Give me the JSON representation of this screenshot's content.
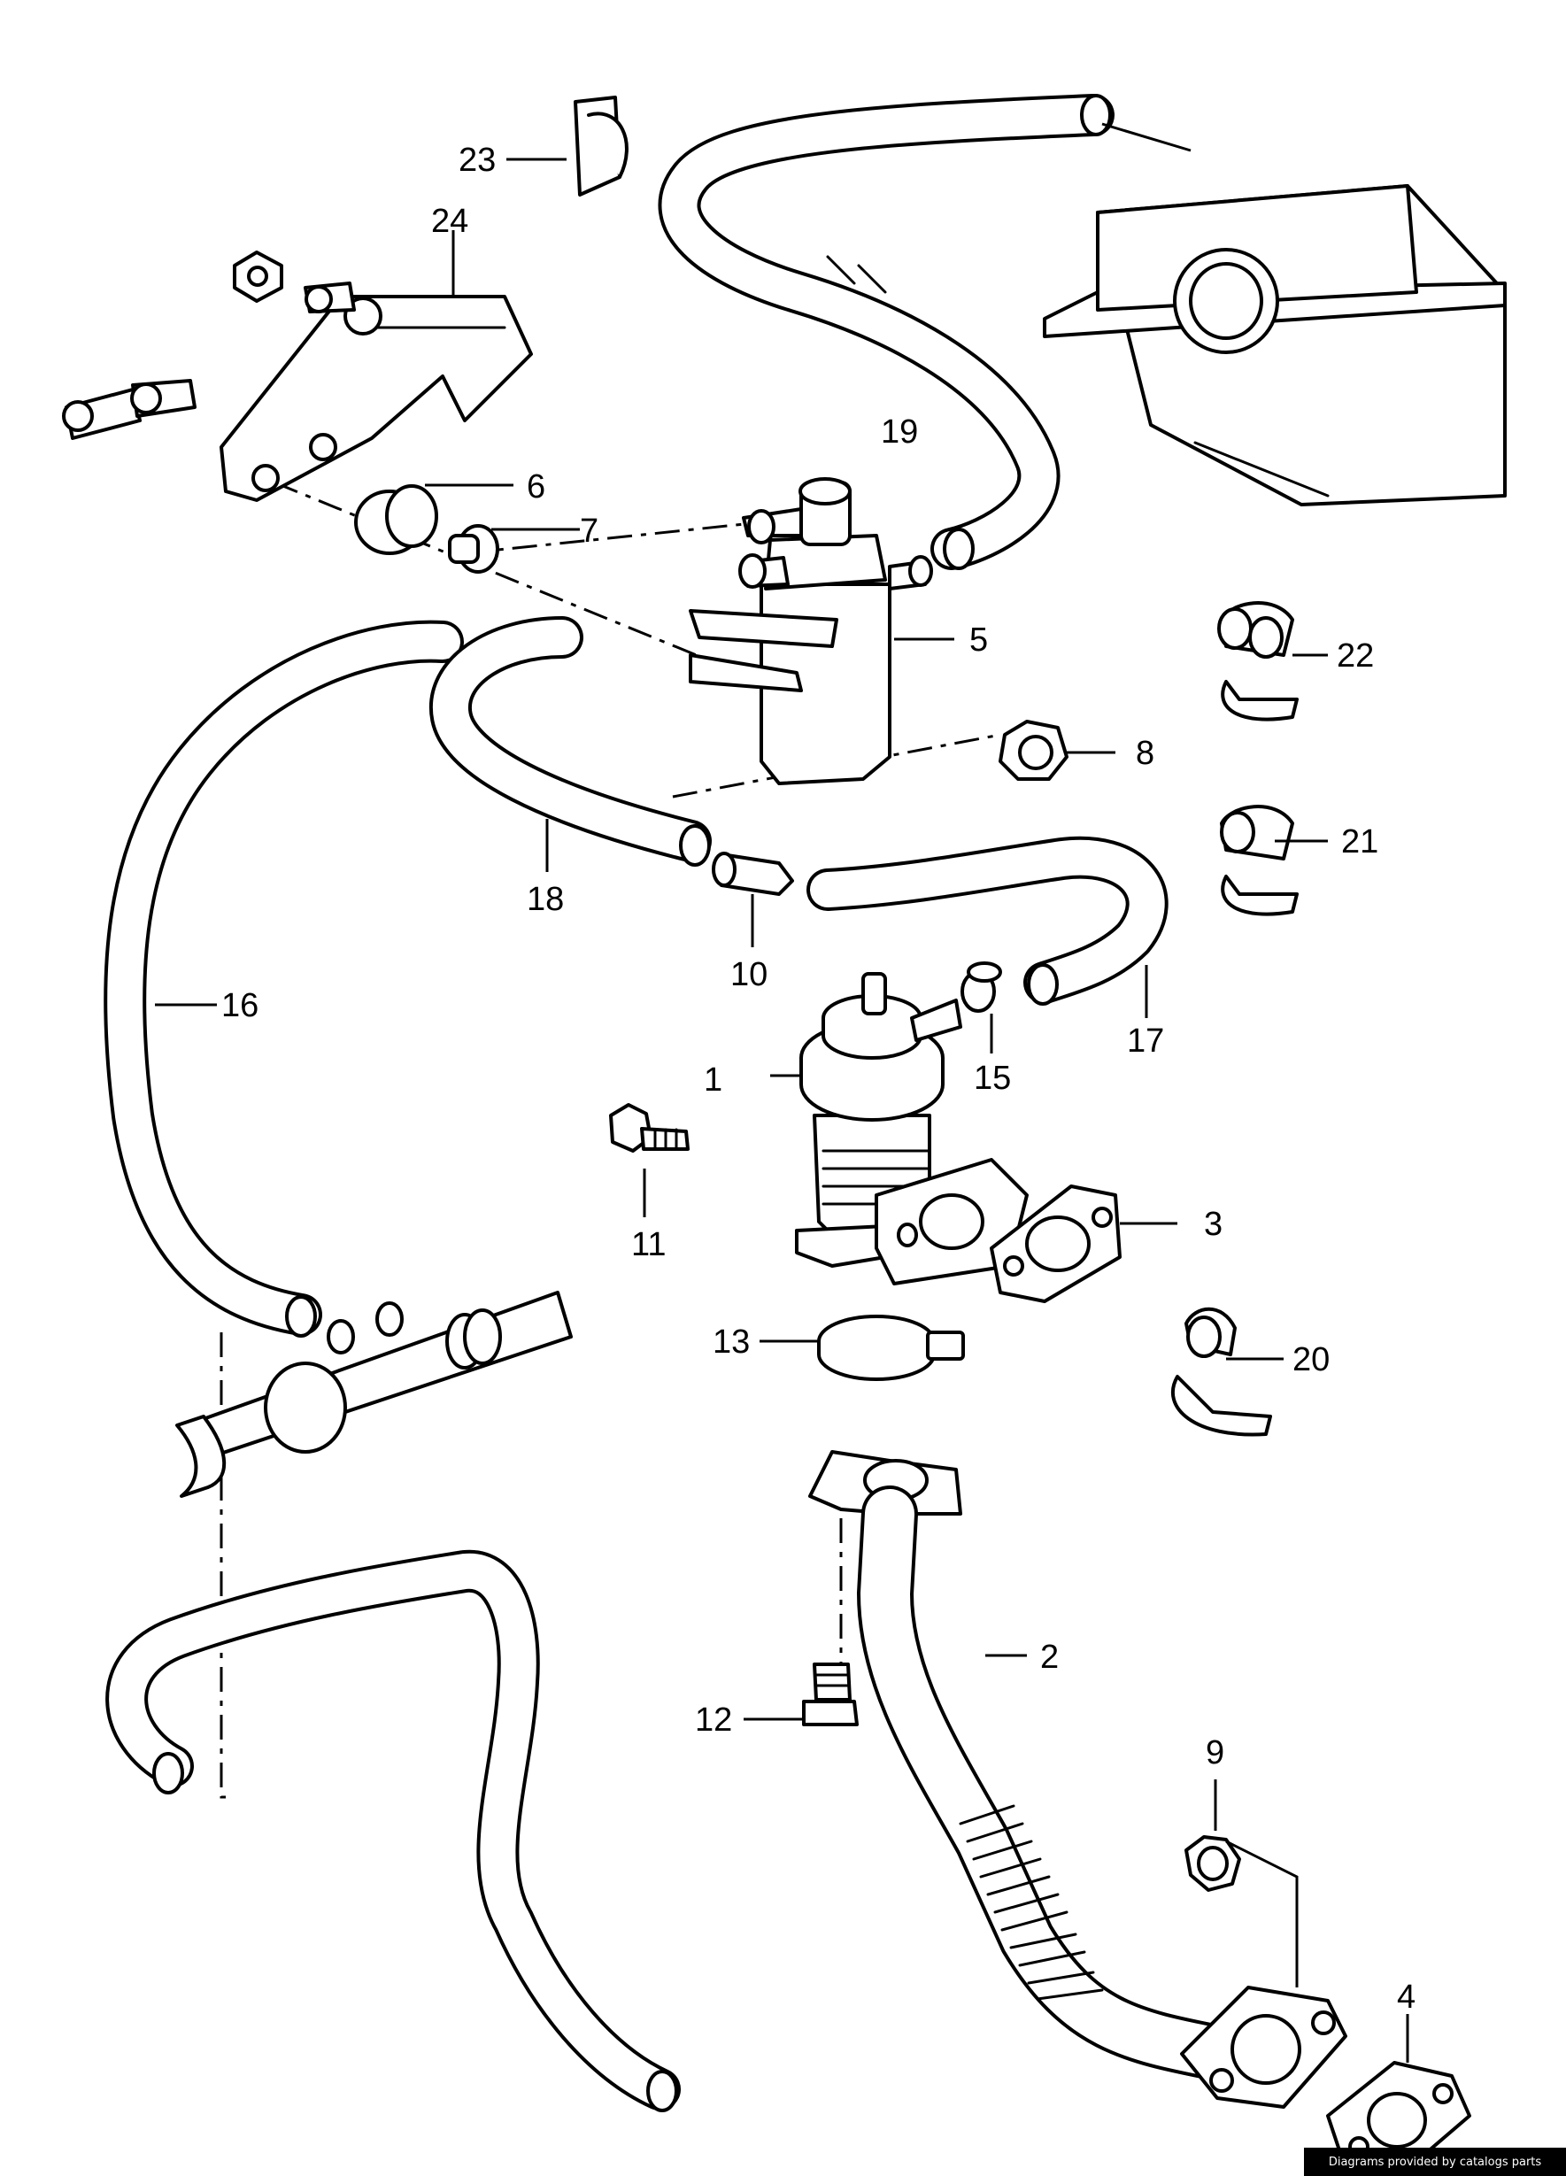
{
  "callouts": {
    "c1": "1",
    "c2": "2",
    "c3": "3",
    "c4": "4",
    "c5": "5",
    "c6": "6",
    "c7": "7",
    "c8": "8",
    "c9": "9",
    "c10": "10",
    "c11": "11",
    "c12": "12",
    "c13": "13",
    "c15": "15",
    "c16": "16",
    "c17": "17",
    "c18": "18",
    "c19": "19",
    "c20": "20",
    "c21": "21",
    "c22": "22",
    "c23": "23",
    "c24": "24"
  },
  "footer": {
    "credit": "Diagrams provided by catalogs parts"
  }
}
